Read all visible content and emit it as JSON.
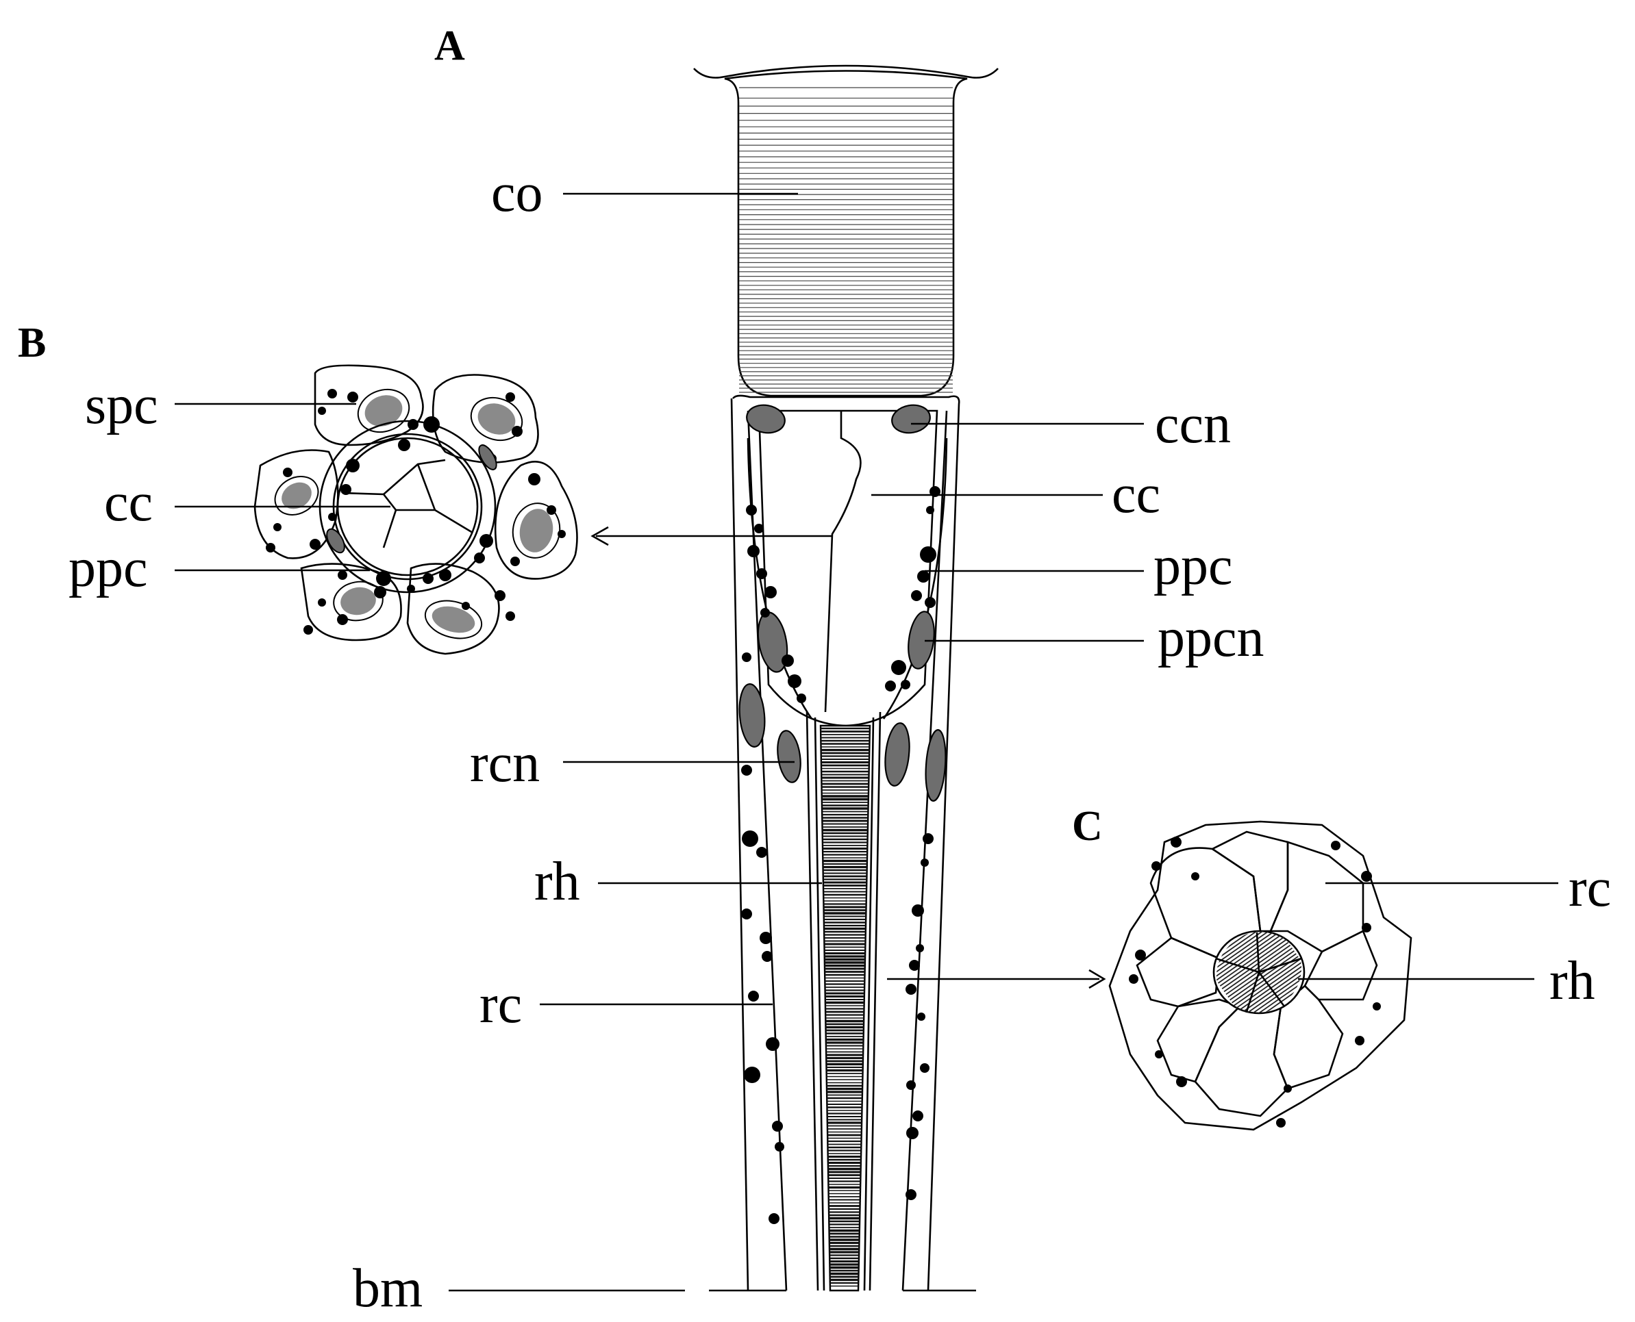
{
  "panels": {
    "a": "A",
    "b": "B",
    "c": "C"
  },
  "labels": {
    "co": "co",
    "spc": "spc",
    "cc_b": "cc",
    "ppc_b": "ppc",
    "ccn": "ccn",
    "cc_a": "cc",
    "ppc_a": "ppc",
    "ppcn": "ppcn",
    "rcn": "rcn",
    "rh_a": "rh",
    "rc_a": "rc",
    "bm": "bm",
    "rc_c": "rc",
    "rh_c": "rh"
  },
  "colors": {
    "ink": "#000000",
    "nucleus": "#6e6e6e",
    "spc_nucleus": "#8a8a8a",
    "paper": "#ffffff"
  }
}
